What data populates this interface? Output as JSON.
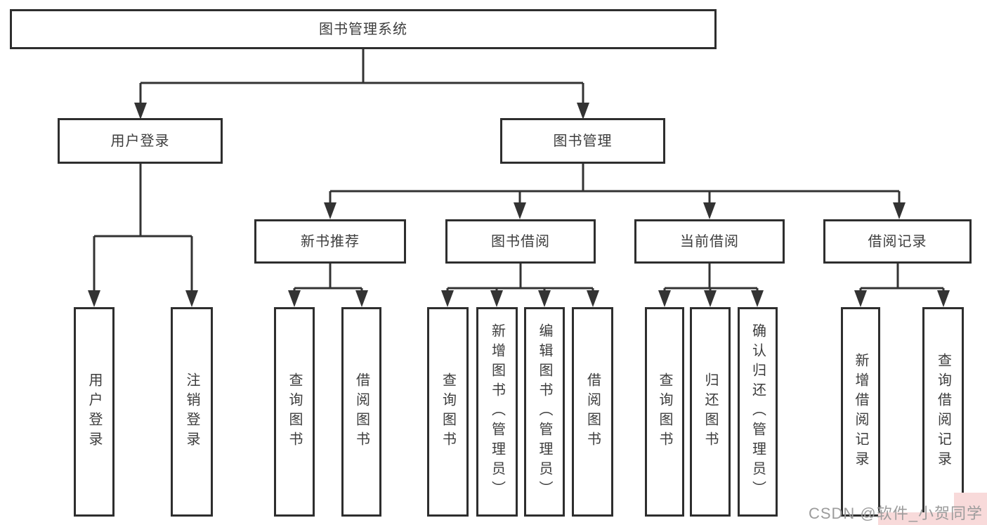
{
  "diagram": {
    "root": {
      "label": "图书管理系统",
      "children": [
        {
          "label": "用户登录",
          "children": [
            {
              "label": "用户登录"
            },
            {
              "label": "注销登录"
            }
          ]
        },
        {
          "label": "图书管理",
          "children": [
            {
              "label": "新书推荐",
              "children": [
                {
                  "label": "查询图书"
                },
                {
                  "label": "借阅图书"
                }
              ]
            },
            {
              "label": "图书借阅",
              "children": [
                {
                  "label": "查询图书"
                },
                {
                  "label": "新增图书（管理员）"
                },
                {
                  "label": "编辑图书（管理员）"
                },
                {
                  "label": "借阅图书"
                }
              ]
            },
            {
              "label": "当前借阅",
              "children": [
                {
                  "label": "查询图书"
                },
                {
                  "label": "归还图书"
                },
                {
                  "label": "确认归还（管理员）"
                }
              ]
            },
            {
              "label": "借阅记录",
              "children": [
                {
                  "label": "新增借阅记录"
                },
                {
                  "label": "查询借阅记录"
                }
              ]
            }
          ]
        }
      ]
    }
  },
  "watermark": {
    "text": "CSDN @软件_小贺同学"
  },
  "colors": {
    "line": "#333333",
    "border": "#2e2e2e",
    "text": "#3d3d3d",
    "watermark": "#9c9c9c",
    "watermark_bg": "#f8dada"
  }
}
